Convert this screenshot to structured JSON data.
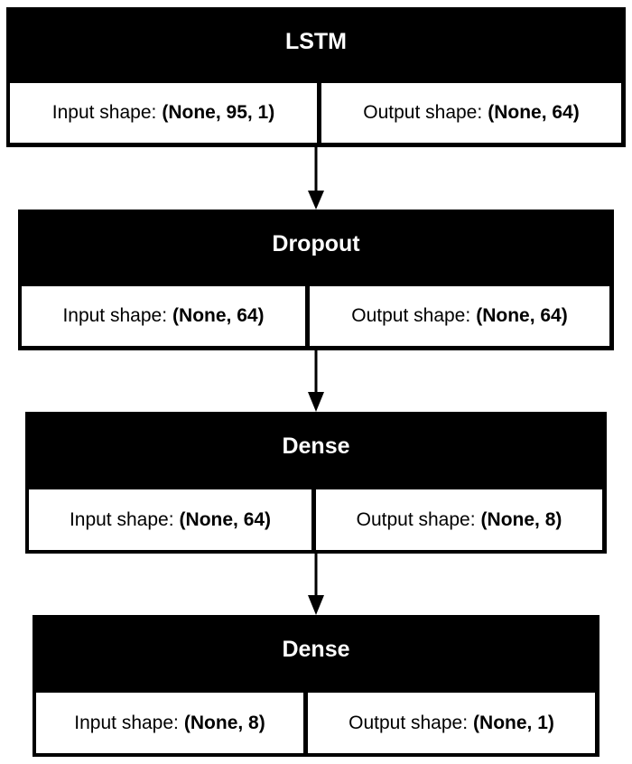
{
  "diagram": {
    "type": "keras-model-plot",
    "layers": [
      {
        "name": "LSTM",
        "input_label": "Input shape:",
        "input_shape": "(None, 95, 1)",
        "output_label": "Output shape:",
        "output_shape": "(None, 64)"
      },
      {
        "name": "Dropout",
        "input_label": "Input shape:",
        "input_shape": "(None, 64)",
        "output_label": "Output shape:",
        "output_shape": "(None, 64)"
      },
      {
        "name": "Dense",
        "input_label": "Input shape:",
        "input_shape": "(None, 64)",
        "output_label": "Output shape:",
        "output_shape": "(None, 8)"
      },
      {
        "name": "Dense",
        "input_label": "Input shape:",
        "input_shape": "(None, 8)",
        "output_label": "Output shape:",
        "output_shape": "(None, 1)"
      }
    ],
    "edges": [
      {
        "from": 0,
        "to": 1
      },
      {
        "from": 1,
        "to": 2
      },
      {
        "from": 2,
        "to": 3
      }
    ],
    "colors": {
      "header_bg": "#000000",
      "header_text": "#ffffff",
      "cell_bg": "#ffffff",
      "cell_text": "#000000"
    }
  }
}
